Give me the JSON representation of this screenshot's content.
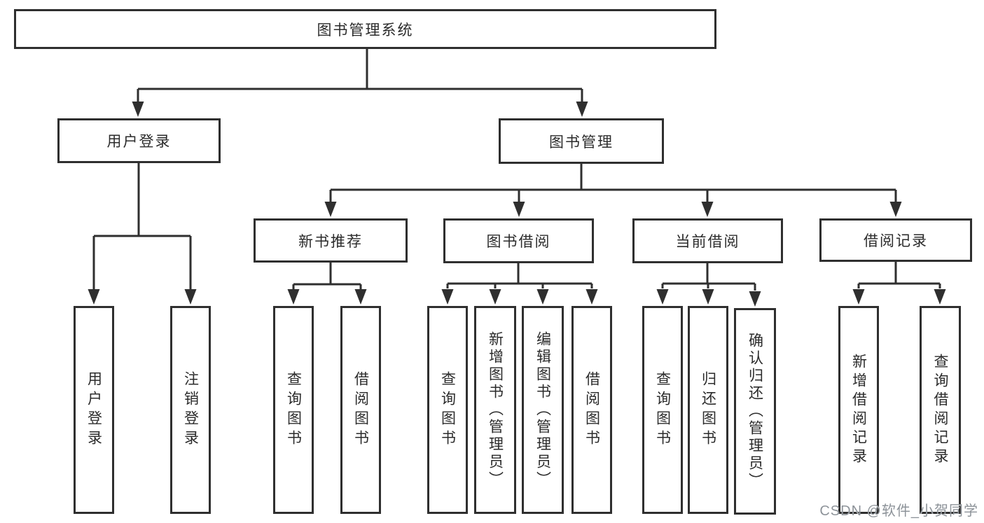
{
  "watermark": {
    "text": "CSDN @软件_小贺同学"
  },
  "colors": {
    "line": "#2f2f2f",
    "box_border": "#2f2f2f",
    "text": "#2b2b2b",
    "watermark": "#8d9399",
    "background": "#ffffff"
  },
  "tree": {
    "label": "图书管理系统",
    "children": [
      {
        "label": "用户登录",
        "children": [
          {
            "label": "用户登录"
          },
          {
            "label": "注销登录"
          }
        ]
      },
      {
        "label": "图书管理",
        "children": [
          {
            "label": "新书推荐",
            "children": [
              {
                "label": "查询图书"
              },
              {
                "label": "借阅图书"
              }
            ]
          },
          {
            "label": "图书借阅",
            "children": [
              {
                "label": "查询图书"
              },
              {
                "label": "新增图书（管理员）"
              },
              {
                "label": "编辑图书（管理员）"
              },
              {
                "label": "借阅图书"
              }
            ]
          },
          {
            "label": "当前借阅",
            "children": [
              {
                "label": "查询图书"
              },
              {
                "label": "归还图书"
              },
              {
                "label": "确认归还（管理员）"
              }
            ]
          },
          {
            "label": "借阅记录",
            "children": [
              {
                "label": "新增借阅记录"
              },
              {
                "label": "查询借阅记录"
              }
            ]
          }
        ]
      }
    ]
  }
}
